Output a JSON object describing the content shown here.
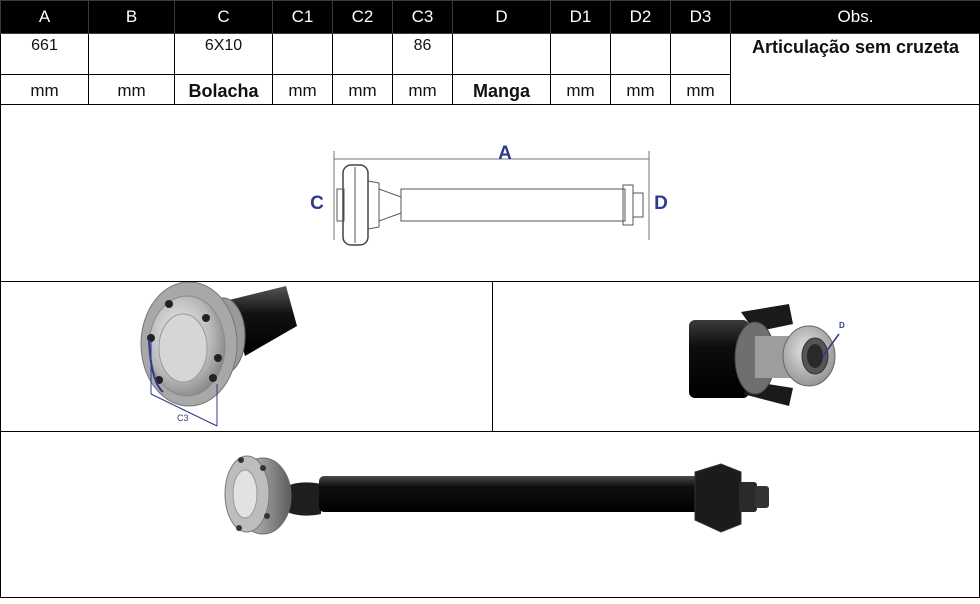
{
  "table": {
    "headers": [
      "A",
      "B",
      "C",
      "C1",
      "C2",
      "C3",
      "D",
      "D1",
      "D2",
      "D3",
      "Obs."
    ],
    "values": [
      "661",
      "",
      "6X10",
      "",
      "",
      "86",
      "",
      "",
      "",
      ""
    ],
    "units": [
      "mm",
      "mm",
      "Bolacha",
      "mm",
      "mm",
      "mm",
      "Manga",
      "mm",
      "mm",
      "mm"
    ],
    "obs": "Articulação sem cruzeta"
  },
  "diagram": {
    "label_a": "A",
    "label_c": "C",
    "label_d": "D"
  },
  "cv_photo": {
    "label_c3": "C3"
  },
  "spline_photo": {
    "label_d": "D"
  },
  "colors": {
    "header_bg": "#000000",
    "dimension_label": "#2e3a8c"
  }
}
